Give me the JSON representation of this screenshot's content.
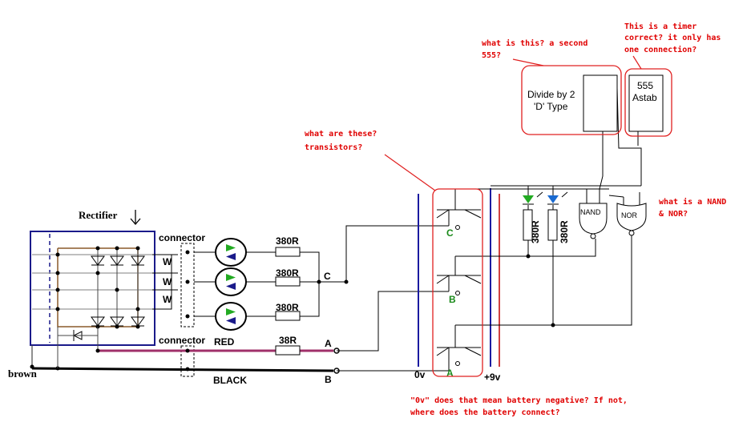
{
  "labels": {
    "rectifier": "Rectifier",
    "brown": "brown",
    "connector": "connector",
    "w": "W",
    "r380": "380R",
    "r38": "38R",
    "c": "C",
    "b": "B",
    "a": "A",
    "red": "RED",
    "black": "BLACK",
    "zero_v": "0v",
    "plus_9v": "+9v",
    "nand": "NAND",
    "nor": "NOR"
  },
  "chips": {
    "divide_line1": "Divide by 2",
    "divide_line2": "'D' Type",
    "timer_line1": "555",
    "timer_line2": "Astab"
  },
  "notes": {
    "second_555": [
      "what is this? a second",
      "555?"
    ],
    "timer": [
      "This is a timer",
      "correct? it only has",
      "one connection?"
    ],
    "transistors": [
      "what are these?",
      "transistors?"
    ],
    "gates": [
      "what is a NAND",
      "& NOR?"
    ],
    "battery": [
      "\"0v\" does that mean battery negative?  If not,",
      "where does the battery connect?"
    ]
  },
  "colors": {
    "annotation": "#e00000",
    "rail_blue": "#1a1aa0",
    "led_green": "#22aa22",
    "led_blue": "#1a1a8a",
    "red_wire": "#a0306a",
    "rectifier_outline": "#1a1a8a"
  }
}
